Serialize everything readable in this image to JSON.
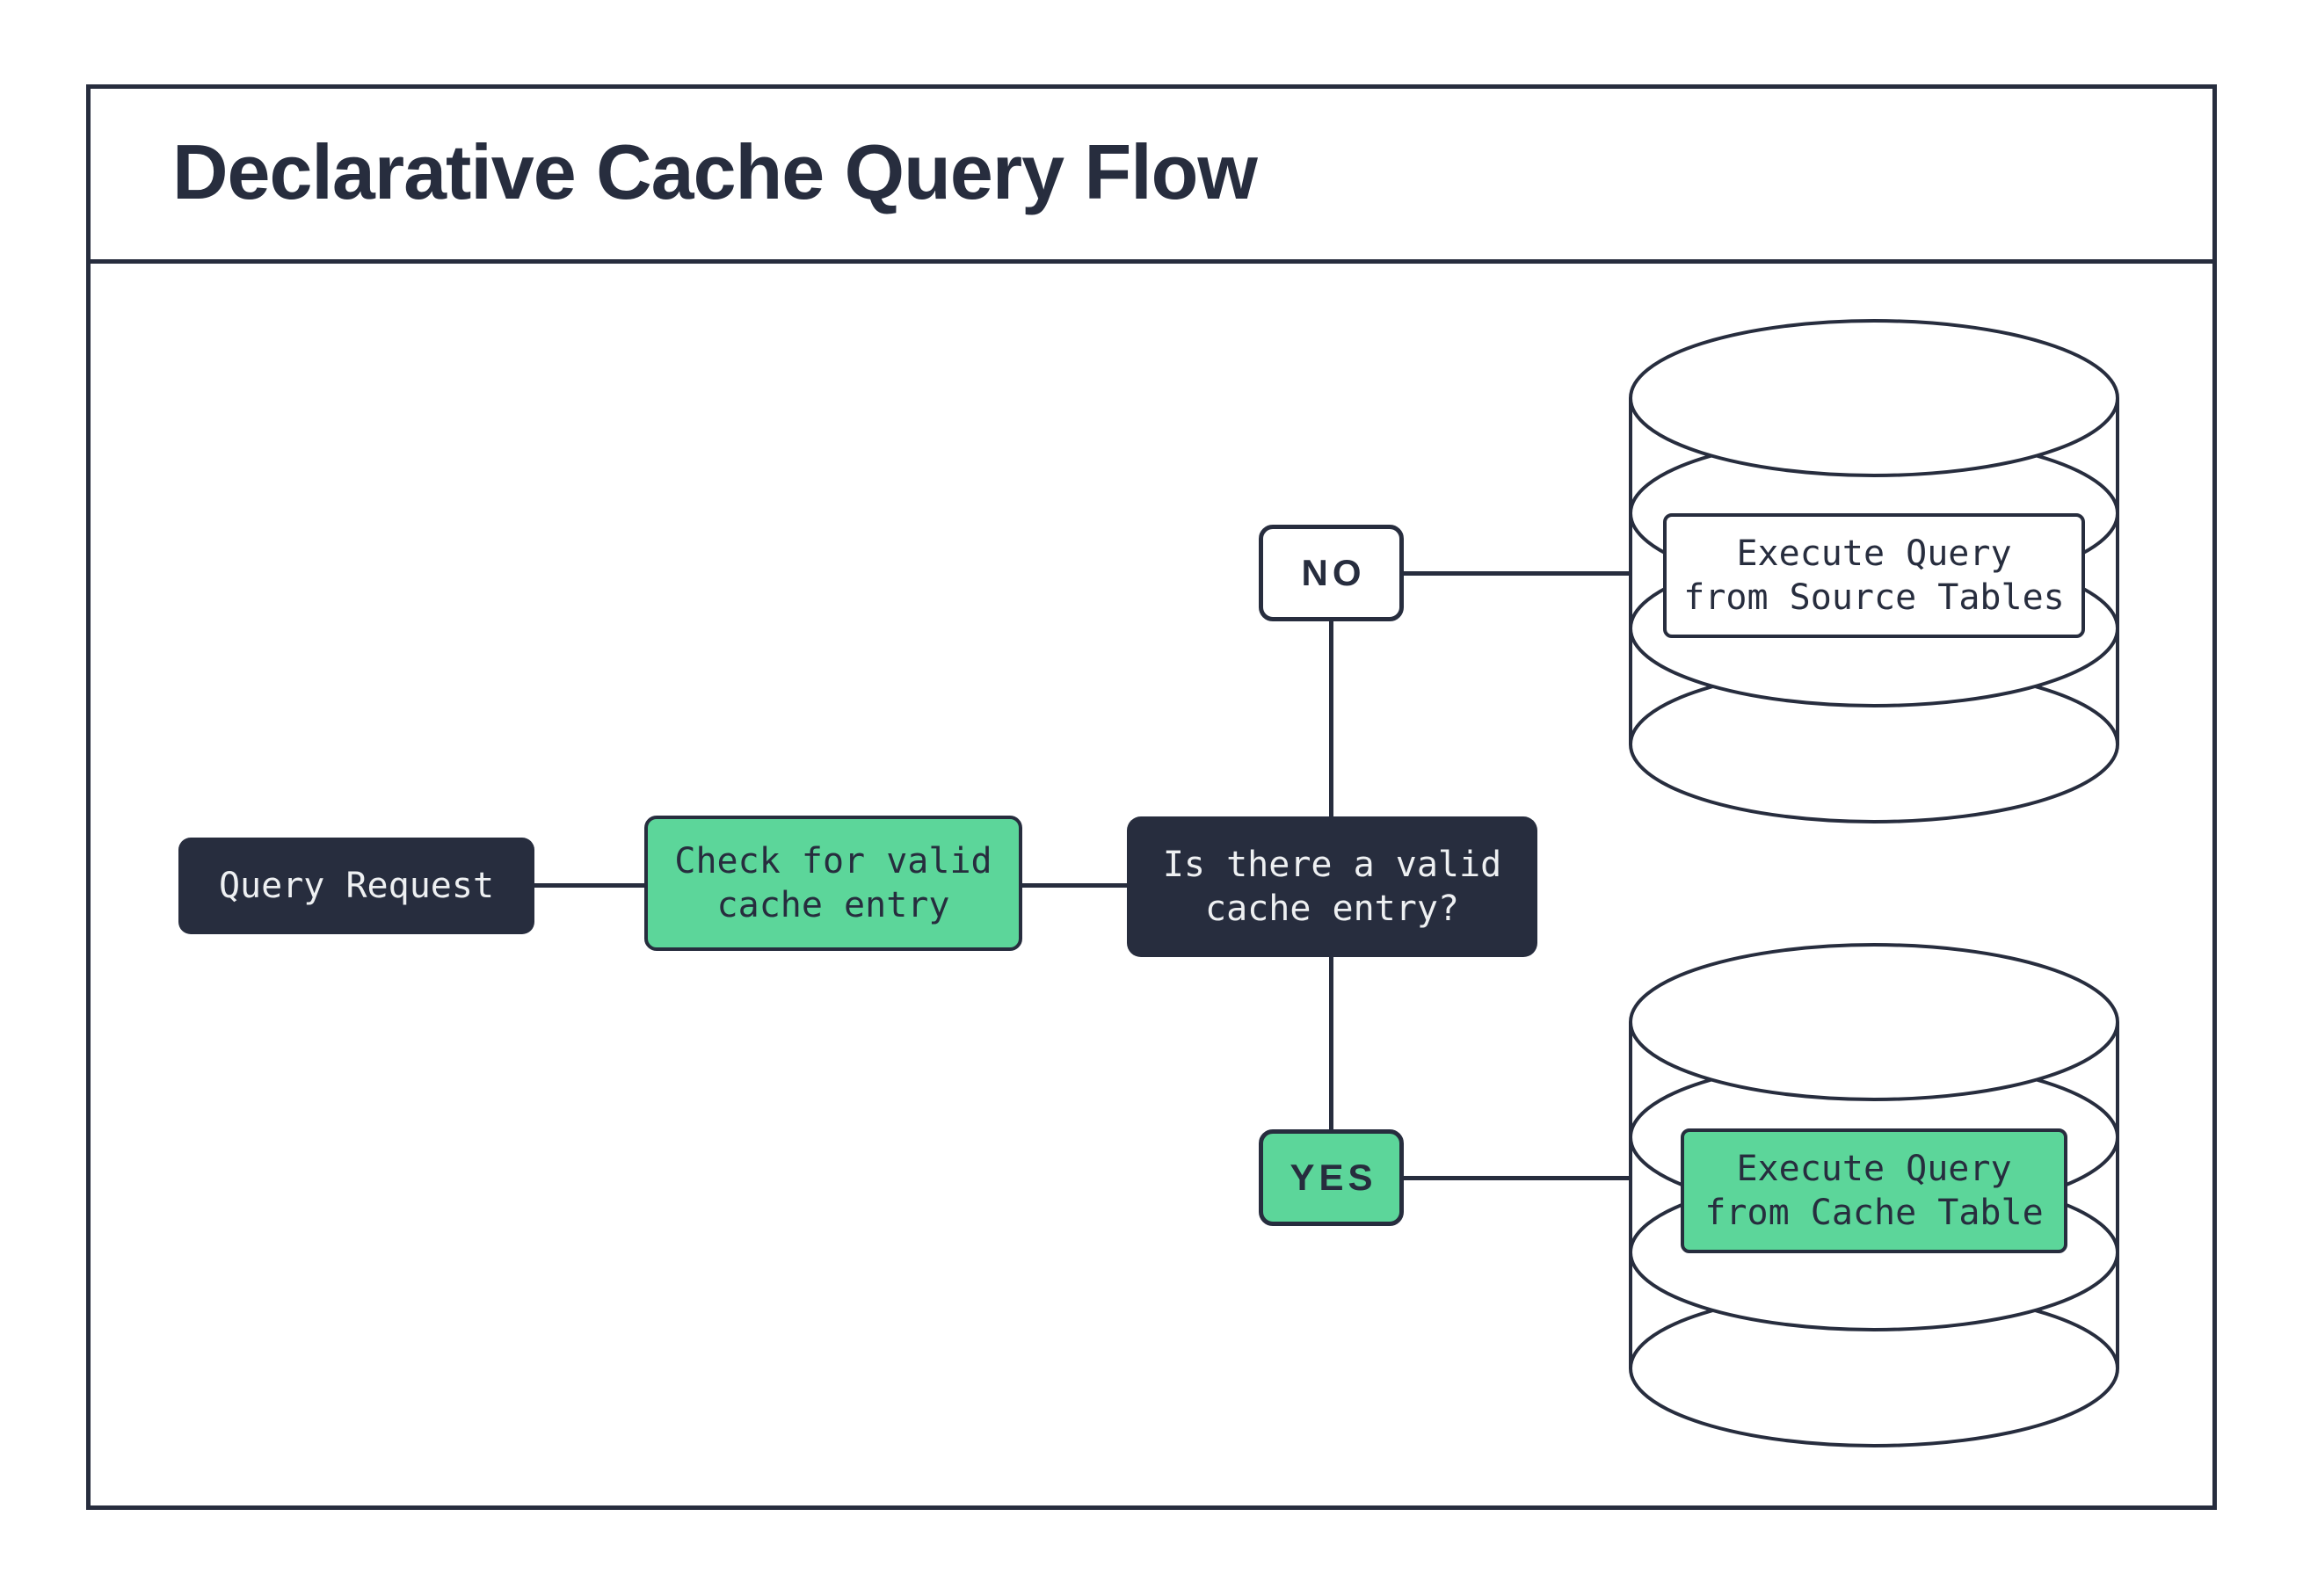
{
  "title": "Declarative Cache Query Flow",
  "nodes": {
    "query_request": {
      "label": "Query Request"
    },
    "check_cache": {
      "label": "Check for valid\ncache entry"
    },
    "decision": {
      "label": "Is there a valid\ncache entry?"
    },
    "source_db": {
      "label": "Execute Query\nfrom Source Tables"
    },
    "cache_db": {
      "label": "Execute Query\nfrom Cache Table"
    }
  },
  "edges": {
    "no_label": "NO",
    "yes_label": "YES"
  },
  "icons": {
    "source_database": "database-cylinder-icon",
    "cache_database": "database-cylinder-icon"
  },
  "colors": {
    "dark": "#272d3e",
    "green": "#5cd69a",
    "light_text": "#eef0f2",
    "canvas_bg": "#ffffff"
  }
}
